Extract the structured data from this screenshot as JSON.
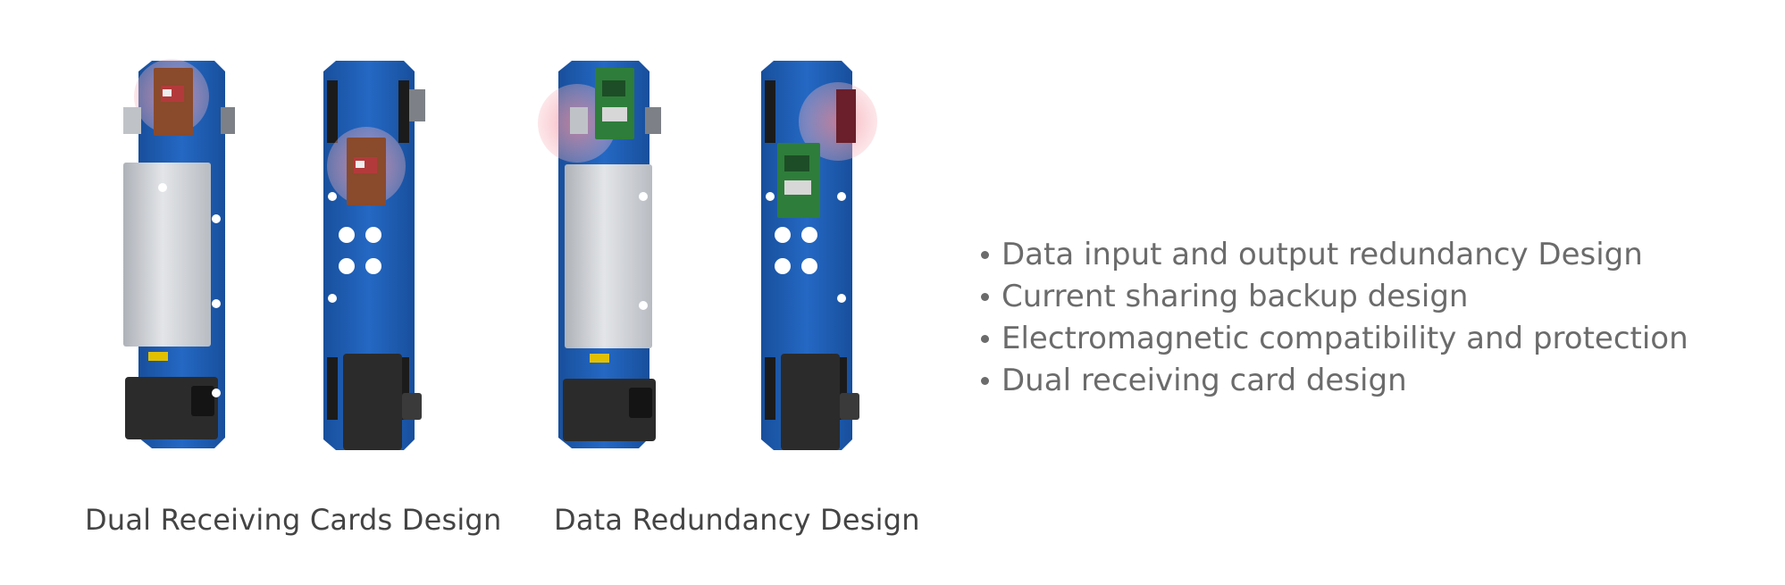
{
  "products": [
    {
      "caption": "Dual Receiving Cards Design"
    },
    {
      "caption": "Data Redundancy Design"
    }
  ],
  "features": [
    "Data input and output redundancy Design",
    "Current sharing backup design",
    "Electromagnetic compatibility and protection",
    "Dual receiving card design"
  ],
  "colors": {
    "plate": "#1e5fb5",
    "card_red": "#8a4a2c",
    "card_green": "#2e7d3a",
    "highlight": "#f2a0aa",
    "psu": "#c9ccd1",
    "connector": "#2b2b2b",
    "caption": "#444444",
    "feature_text": "#6b6b6b"
  }
}
